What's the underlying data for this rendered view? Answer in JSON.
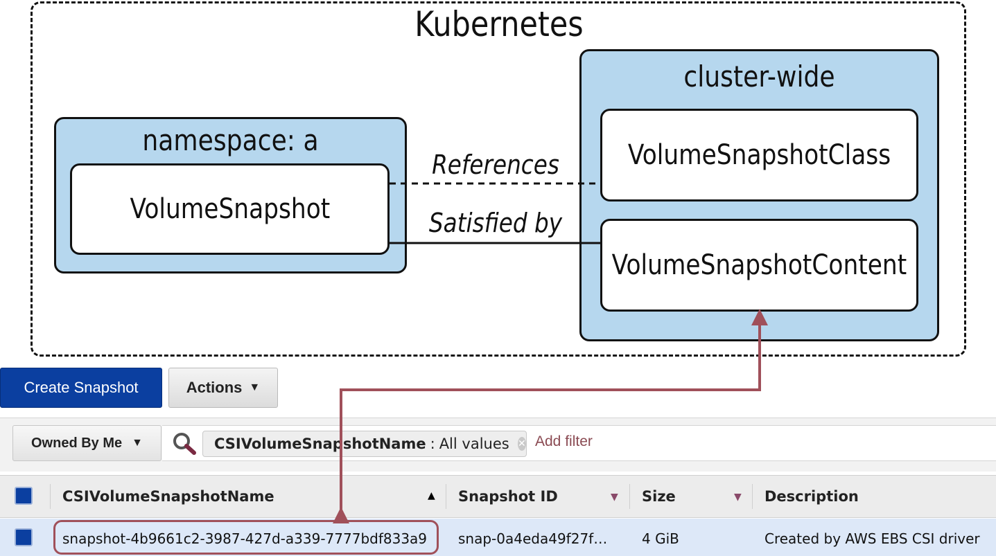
{
  "diagram": {
    "title": "Kubernetes",
    "namespace": {
      "title": "namespace: a",
      "item": "VolumeSnapshot"
    },
    "cluster_wide": {
      "title": "cluster-wide",
      "items": [
        "VolumeSnapshotClass",
        "VolumeSnapshotContent"
      ]
    },
    "edges": {
      "references": "References",
      "satisfied_by": "Satisfied by"
    },
    "colors": {
      "scope_fill": "#b6d7ee",
      "highlight_arrow": "#a0505a"
    }
  },
  "toolbar": {
    "create_label": "Create Snapshot",
    "actions_label": "Actions"
  },
  "filter": {
    "owner_label": "Owned By Me",
    "chip_key": "CSIVolumeSnapshotName",
    "chip_separator": ":",
    "chip_value": "All values",
    "add_filter_label": "Add filter"
  },
  "table": {
    "columns": [
      "CSIVolumeSnapshotName",
      "Snapshot ID",
      "Size",
      "Description"
    ],
    "rows": [
      {
        "name": "snapshot-4b9661c2-3987-427d-a339-7777bdf833a9",
        "snapshot_id": "snap-0a4eda49f27f…",
        "size": "4 GiB",
        "description": "Created by AWS EBS CSI driver"
      }
    ]
  },
  "colors": {
    "primary_button": "#0b3fa0",
    "selected_row": "#dde8f8"
  }
}
